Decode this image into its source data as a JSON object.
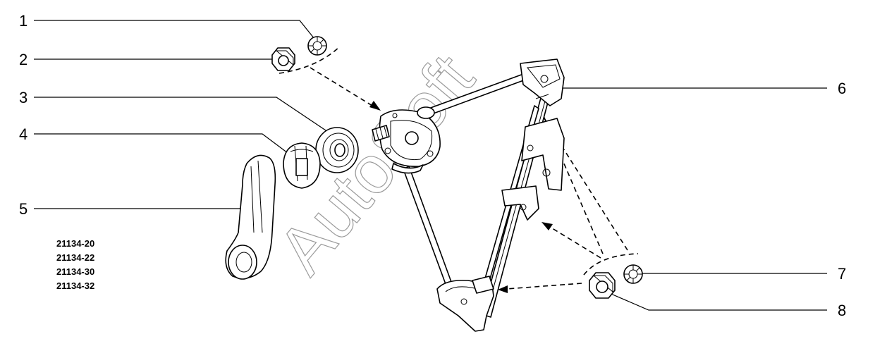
{
  "callouts": [
    {
      "number": "1"
    },
    {
      "number": "2"
    },
    {
      "number": "3"
    },
    {
      "number": "4"
    },
    {
      "number": "5"
    },
    {
      "number": "6"
    },
    {
      "number": "7"
    },
    {
      "number": "8"
    }
  ],
  "model_codes": [
    "21134-20",
    "21134-22",
    "21134-30",
    "21134-32"
  ],
  "watermark": "AutoSoft",
  "icons": {
    "1": "lock-washer-icon",
    "2": "hex-nut-icon",
    "3": "spacer-ring-icon",
    "4": "handle-socket-icon",
    "5": "crank-handle-icon",
    "6": "upper-guide-bracket-icon",
    "7": "lock-washer-icon",
    "8": "hex-nut-icon"
  }
}
